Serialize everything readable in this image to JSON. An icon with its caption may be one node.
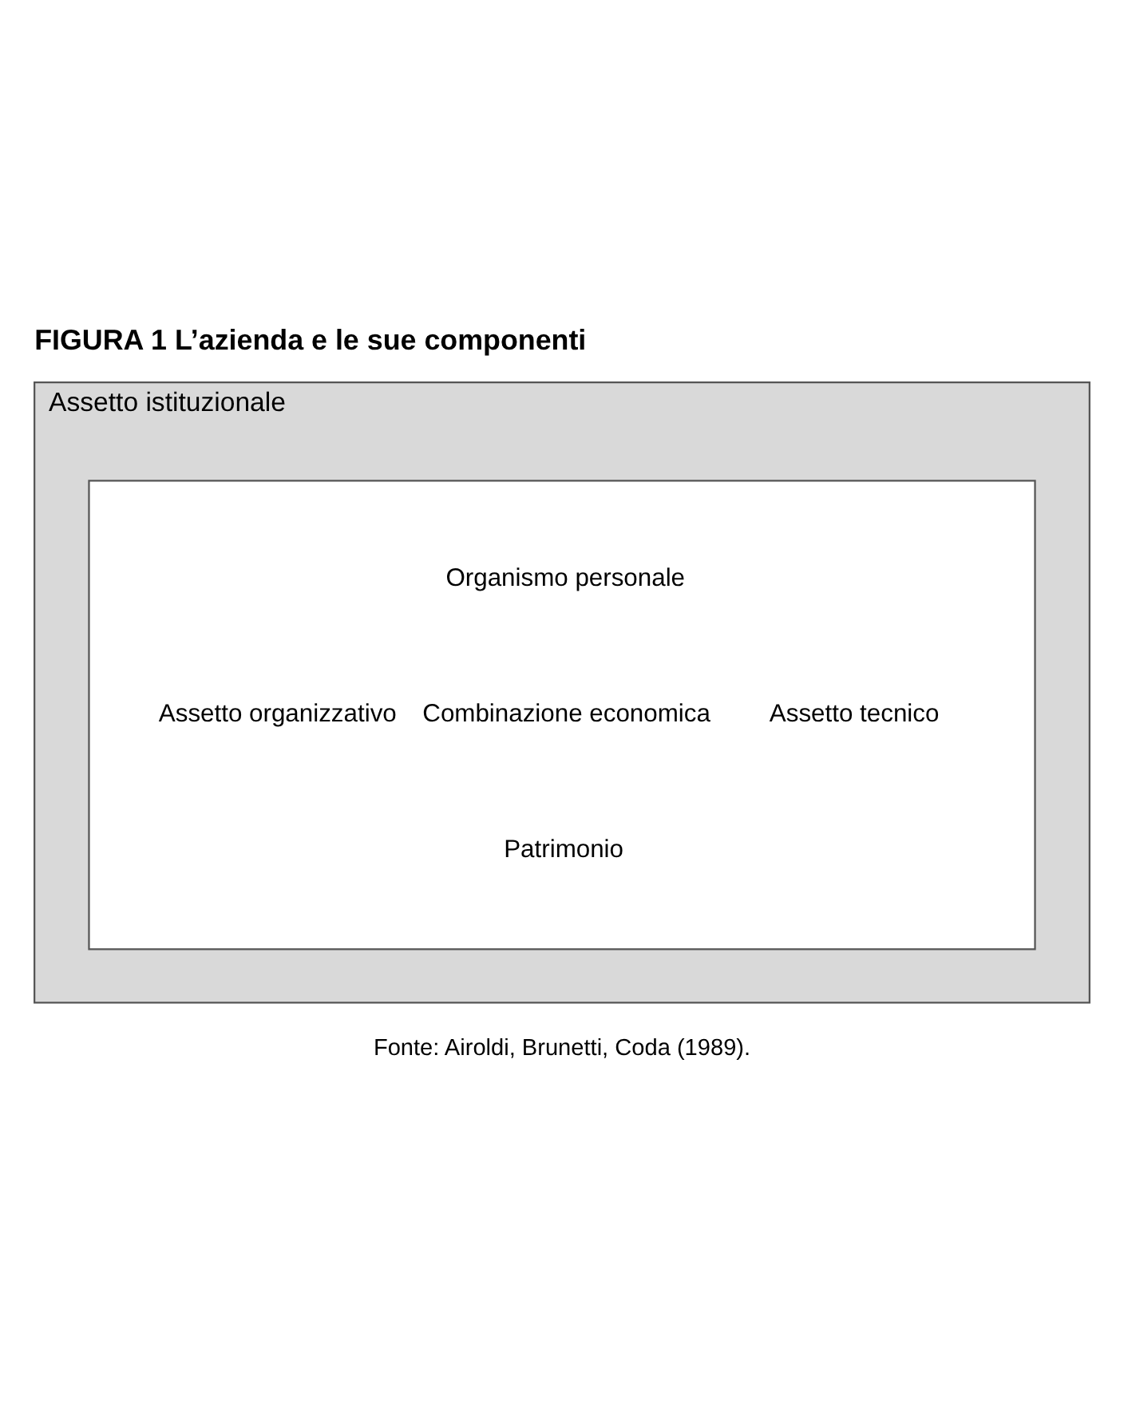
{
  "diagram": {
    "title": "FIGURA 1 L’azienda e le sue componenti",
    "caption": "Fonte: Airoldi, Brunetti, Coda (1989).",
    "nodes": [
      {
        "text": [
          "Assetto istituzionale"
        ]
      },
      {
        "text": [
          "Organismo personale",
          "Assetto organizzativo",
          "Combinazione economica",
          "Assetto tecnico",
          "Patrimonio"
        ],
        "in": 0
      }
    ],
    "edges": []
  }
}
